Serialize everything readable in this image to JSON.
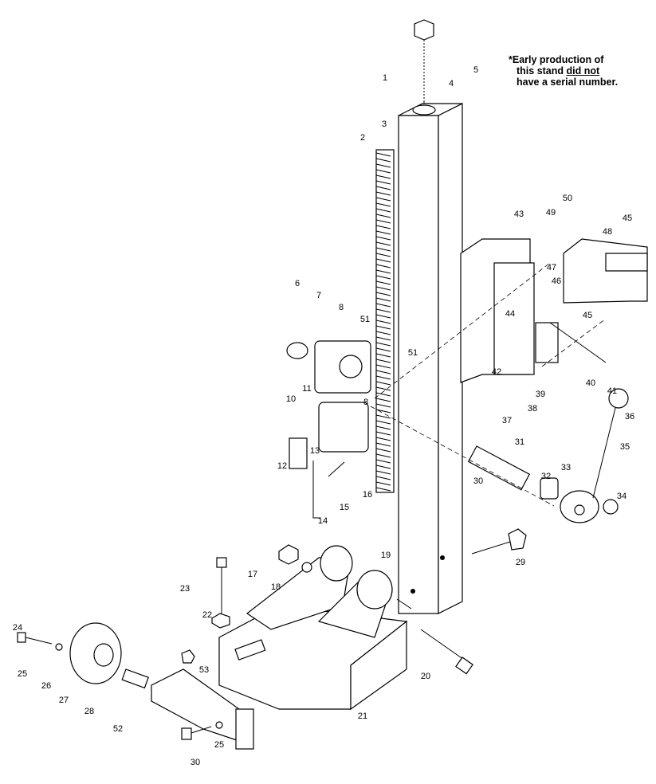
{
  "note": {
    "star": "*",
    "line1": "Early production of",
    "line2_a": "this stand ",
    "line2_u": "did not",
    "line3": "have a serial number."
  },
  "labels": [
    "1",
    "5",
    "4",
    "3",
    "2",
    "43",
    "49",
    "50",
    "45",
    "48",
    "47",
    "46",
    "44",
    "45",
    "6",
    "7",
    "8",
    "51",
    "51",
    "42",
    "39",
    "40",
    "41",
    "11",
    "10",
    "8",
    "12",
    "13",
    "38",
    "37",
    "36",
    "35",
    "31",
    "30",
    "32",
    "33",
    "34",
    "14",
    "15",
    "16",
    "29",
    "17",
    "18",
    "19",
    "23",
    "22",
    "24",
    "25",
    "26",
    "27",
    "28",
    "53",
    "52",
    "20",
    "21",
    "25",
    "30"
  ]
}
